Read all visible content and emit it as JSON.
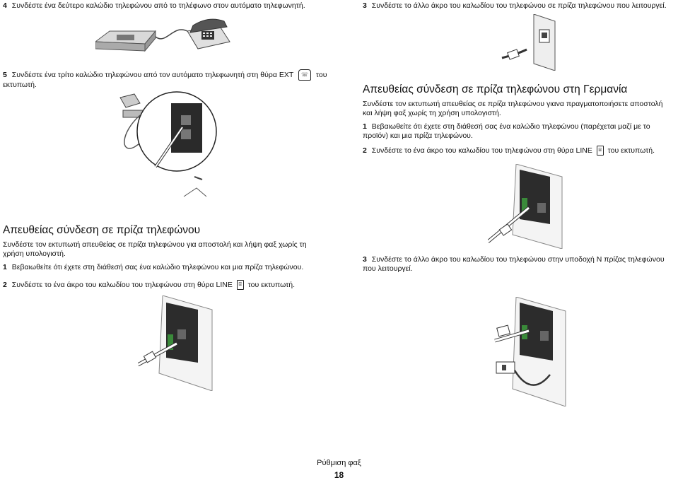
{
  "left": {
    "step4": {
      "num": "4",
      "text": "Συνδέστε ένα δεύτερο καλώδιο τηλεφώνου από το τηλέφωνο στον αυτόματο τηλεφωνητή."
    },
    "step5": {
      "num": "5",
      "text_a": "Συνδέστε ένα τρίτο καλώδιο τηλεφώνου από τον αυτόματο τηλεφωνητή στη θύρα EXT",
      "text_b": "του",
      "text_c": "εκτυπωτή."
    },
    "section": {
      "heading": "Απευθείας σύνδεση σε πρίζα τηλεφώνου",
      "intro": "Συνδέστε τον εκτυπωτή απευθείας σε πρίζα τηλεφώνου για αποστολή και λήψη φαξ χωρίς τη χρήση υπολογιστή.",
      "step1": {
        "num": "1",
        "text": "Βεβαιωθείτε ότι έχετε στη διάθεσή σας ένα καλώδιο τηλεφώνου και μια πρίζα τηλεφώνου."
      },
      "step2": {
        "num": "2",
        "text_a": "Συνδέστε το ένα άκρο του καλωδίου του τηλεφώνου στη θύρα LINE",
        "text_b": "του εκτυπωτή."
      }
    }
  },
  "right": {
    "step3_top": {
      "num": "3",
      "text": "Συνδέστε το άλλο άκρο του καλωδίου του τηλεφώνου σε πρίζα τηλεφώνου που λειτουργεί."
    },
    "section": {
      "heading": "Απευθείας σύνδεση σε πρίζα τηλεφώνου στη Γερμανία",
      "intro": "Συνδέστε τον εκτυπωτή απευθείας σε πρίζα τηλεφώνου γιανα πραγματοποιήσετε αποστολή και λήψη φαξ χωρίς τη χρήση υπολογιστή.",
      "step1": {
        "num": "1",
        "text": "Βεβαιωθείτε ότι έχετε στη διάθεσή σας ένα καλώδιο τηλεφώνου (παρέχεται μαζί με το προϊόν) και μια πρίζα τηλεφώνου."
      },
      "step2": {
        "num": "2",
        "text_a": "Συνδέστε το ένα άκρο του καλωδίου του τηλεφώνου στη θύρα LINE",
        "text_b": "του εκτυπωτή."
      },
      "step3": {
        "num": "3",
        "text": "Συνδέστε το άλλο άκρο του καλωδίου του τηλεφώνου στην υποδοχή N πρίζας τηλεφώνου που λειτουργεί."
      }
    }
  },
  "icons": {
    "line_port": "line-port-icon",
    "ext_port": "phone-ext-icon"
  },
  "footer": {
    "title": "Ρύθμιση φαξ",
    "page": "18"
  }
}
